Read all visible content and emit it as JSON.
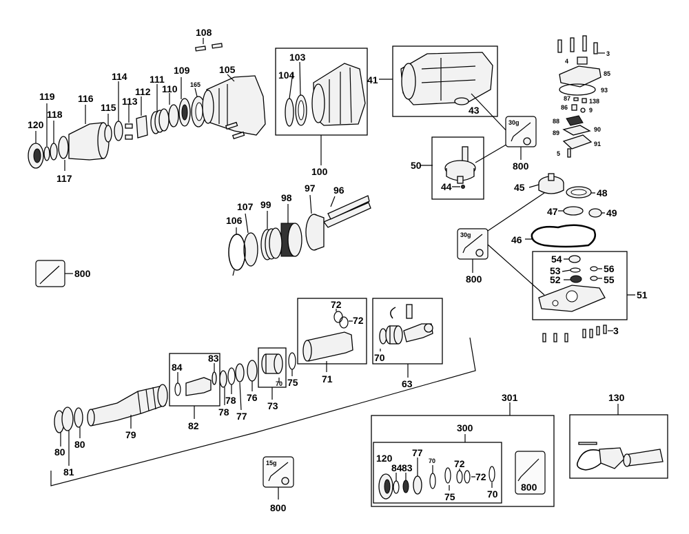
{
  "callouts": {
    "c108": "108",
    "c103": "103",
    "c104": "104",
    "c105": "105",
    "c165": "165",
    "c109": "109",
    "c110": "110",
    "c111": "111",
    "c112": "112",
    "c113": "113",
    "c114": "114",
    "c115": "115",
    "c116": "116",
    "c117": "117",
    "c118": "118",
    "c119": "119",
    "c120": "120",
    "c100": "100",
    "c41": "41",
    "c43": "43",
    "c50": "50",
    "c44": "44",
    "c3a": "3",
    "c4": "4",
    "c85": "85",
    "c93": "93",
    "c87": "87",
    "c138": "138",
    "c86": "86",
    "c9": "9",
    "c88": "88",
    "c89": "89",
    "c90": "90",
    "c91": "91",
    "c5": "5",
    "c45": "45",
    "c48": "48",
    "c47": "47",
    "c49": "49",
    "c46": "46",
    "c54": "54",
    "c53": "53",
    "c56": "56",
    "c52": "52",
    "c55": "55",
    "c51": "51",
    "c3b": "3",
    "c96": "96",
    "c97": "97",
    "c98": "98",
    "c99": "99",
    "c106": "106",
    "c107": "107",
    "c800a": "800",
    "c800b": "800",
    "c800c": "800",
    "c800d": "800",
    "c72a": "72",
    "c72b": "72",
    "c71": "71",
    "c70a": "70",
    "c63": "63",
    "c84a": "84",
    "c83a": "83",
    "c70b": "70",
    "c75a": "75",
    "c76": "76",
    "c73": "73",
    "c78a": "78",
    "c78b": "78",
    "c77a": "77",
    "c82": "82",
    "c79": "79",
    "c80a": "80",
    "c80b": "80",
    "c81": "81",
    "c301": "301",
    "c300": "300",
    "c130": "130",
    "c120b": "120",
    "c84b": "84",
    "c83b": "83",
    "c77b": "77",
    "c70c": "70",
    "c72c": "72",
    "c72d": "72",
    "c75b": "75",
    "c70d": "70",
    "c800e": "800"
  },
  "grease": {
    "g30a": "30g",
    "g30b": "30g",
    "g15": "15g"
  },
  "icons": [
    "grease-gun-icon",
    "grease-can-icon"
  ]
}
